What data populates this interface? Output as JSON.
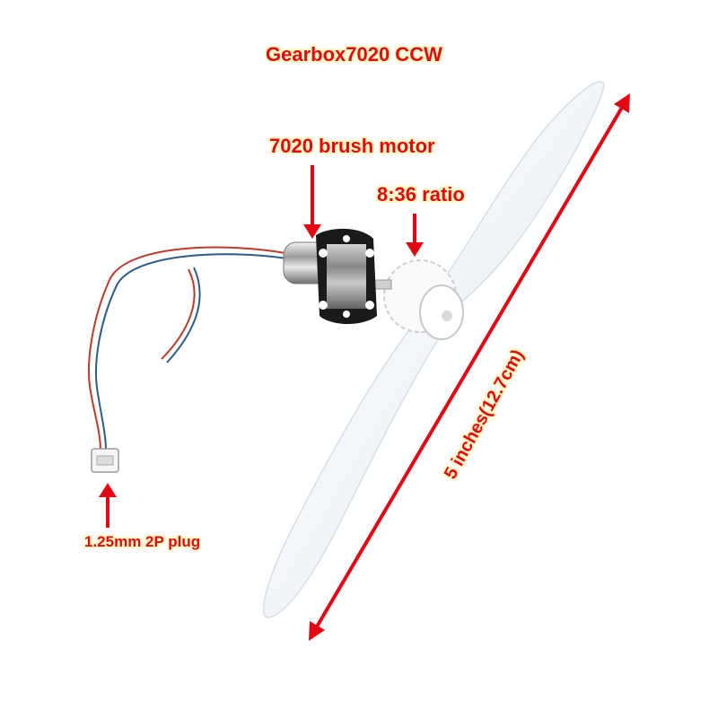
{
  "labels": {
    "title": "Gearbox7020 CCW",
    "motor": "7020 brush motor",
    "ratio": "8:36 ratio",
    "plug": "1.25mm 2P plug",
    "size": "5 inches(12.7cm)"
  },
  "colors": {
    "label_text": "#e30613",
    "label_outline": "#fff9c4",
    "arrow": "#e30613",
    "propeller": "#f4f7fa",
    "motor_mount": "#1a1a1a",
    "wire_red": "#c0392b",
    "wire_blue": "#2c5c8a"
  }
}
